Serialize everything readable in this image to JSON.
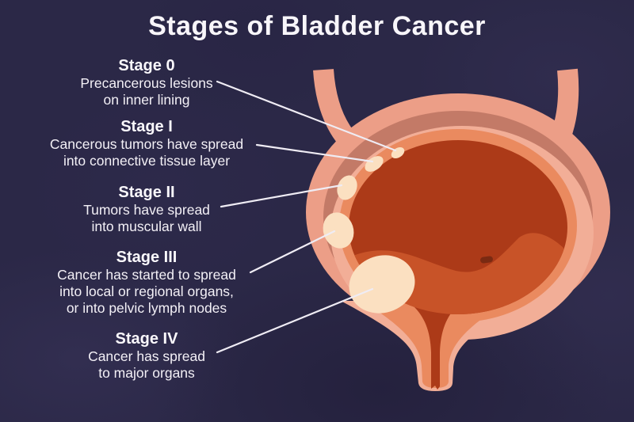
{
  "title": "Stages of Bladder Cancer",
  "stages": [
    {
      "name": "Stage 0",
      "description": "Precancerous lesions\non inner lining"
    },
    {
      "name": "Stage I",
      "description": "Cancerous tumors have spread\ninto connective tissue layer"
    },
    {
      "name": "Stage II",
      "description": "Tumors have spread\ninto muscular wall"
    },
    {
      "name": "Stage III",
      "description": "Cancer has started to spread\ninto local or regional organs,\nor into pelvic lymph nodes"
    },
    {
      "name": "Stage IV",
      "description": "Cancer has spread\nto major organs"
    }
  ],
  "colors": {
    "background": "#2B2847",
    "title_text": "#F8F6FA",
    "body_text": "#F3F0F6",
    "outer_wall": "#EC9E87",
    "muscle_layer": "#C37A67",
    "wall_highlight": "#F2AE97",
    "inner_wall": "#EA8A5F",
    "lumen_dark": "#AC3A18",
    "lumen_light": "#C85328",
    "tumor": "#FBE0C1",
    "lesion_spot": "#7A2A12",
    "leader_line": "#EFECF4"
  }
}
